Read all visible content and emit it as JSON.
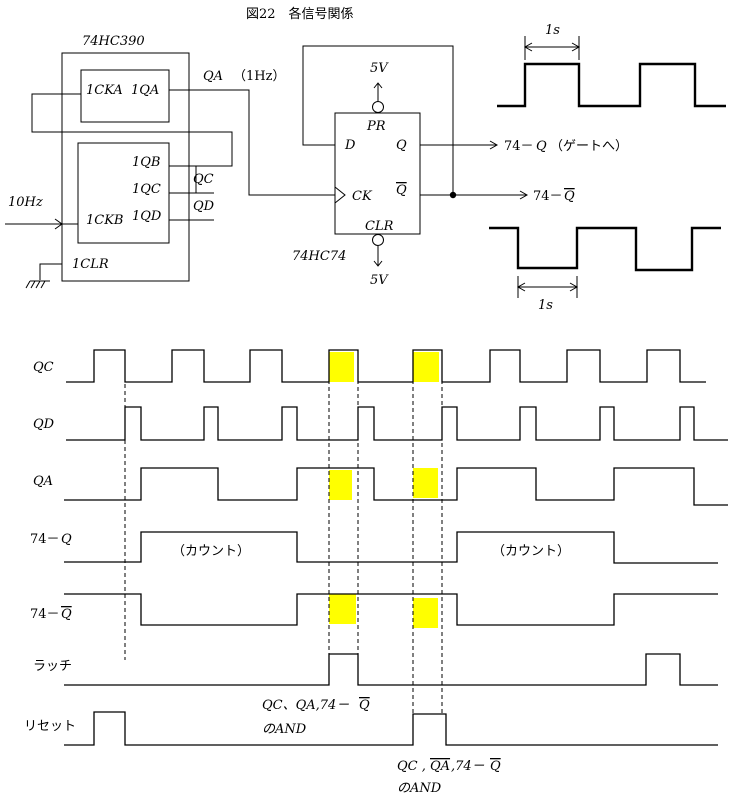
{
  "figure": {
    "title": "図22　各信号関係"
  },
  "circuit": {
    "ic390": {
      "name": "74HC390",
      "pins": {
        "ckA": "1CKA",
        "qA": "1QA",
        "qB": "1QB",
        "qC": "1QC",
        "qD": "1QD",
        "ckB": "1CKB",
        "clr": "1CLR"
      },
      "output_labels": {
        "qc": "QC",
        "qd": "QD"
      }
    },
    "qa_label": "QA",
    "qa_freq": "（1Hz）",
    "input_label": "10Hz",
    "ic74": {
      "name": "74HC74",
      "pins": {
        "pr": "PR",
        "d": "D",
        "q": "Q",
        "ck": "CK",
        "qbar": "Q",
        "clr": "CLR"
      },
      "vcc_top": "5V",
      "vcc_bottom": "5V"
    },
    "out_q": {
      "prefix": "74－",
      "name": "Q",
      "suffix": "（ゲートへ）"
    },
    "out_qbar": {
      "prefix": "74－",
      "name": "Q"
    },
    "period_top": "1s",
    "period_bottom": "1s"
  },
  "timing": {
    "signals": {
      "qc": "QC",
      "qd": "QD",
      "qa": "QA",
      "q74": {
        "prefix": "74－",
        "name": "Q"
      },
      "q74bar": {
        "prefix": "74－",
        "name": "Q"
      },
      "latch": "ラッチ",
      "reset": "リセット"
    },
    "count_label_1": "（カウント）",
    "count_label_2": "（カウント）",
    "note_latch": {
      "line1_a": "QC、QA,74－",
      "line1_b": "Q",
      "line2": "のAND"
    },
    "note_reset": {
      "line1_a": "QC ,",
      "line1_b": "QA",
      "line1_c": ",74－",
      "line1_d": "Q",
      "line2": "のAND"
    },
    "highlight_color": "#ffff00"
  }
}
